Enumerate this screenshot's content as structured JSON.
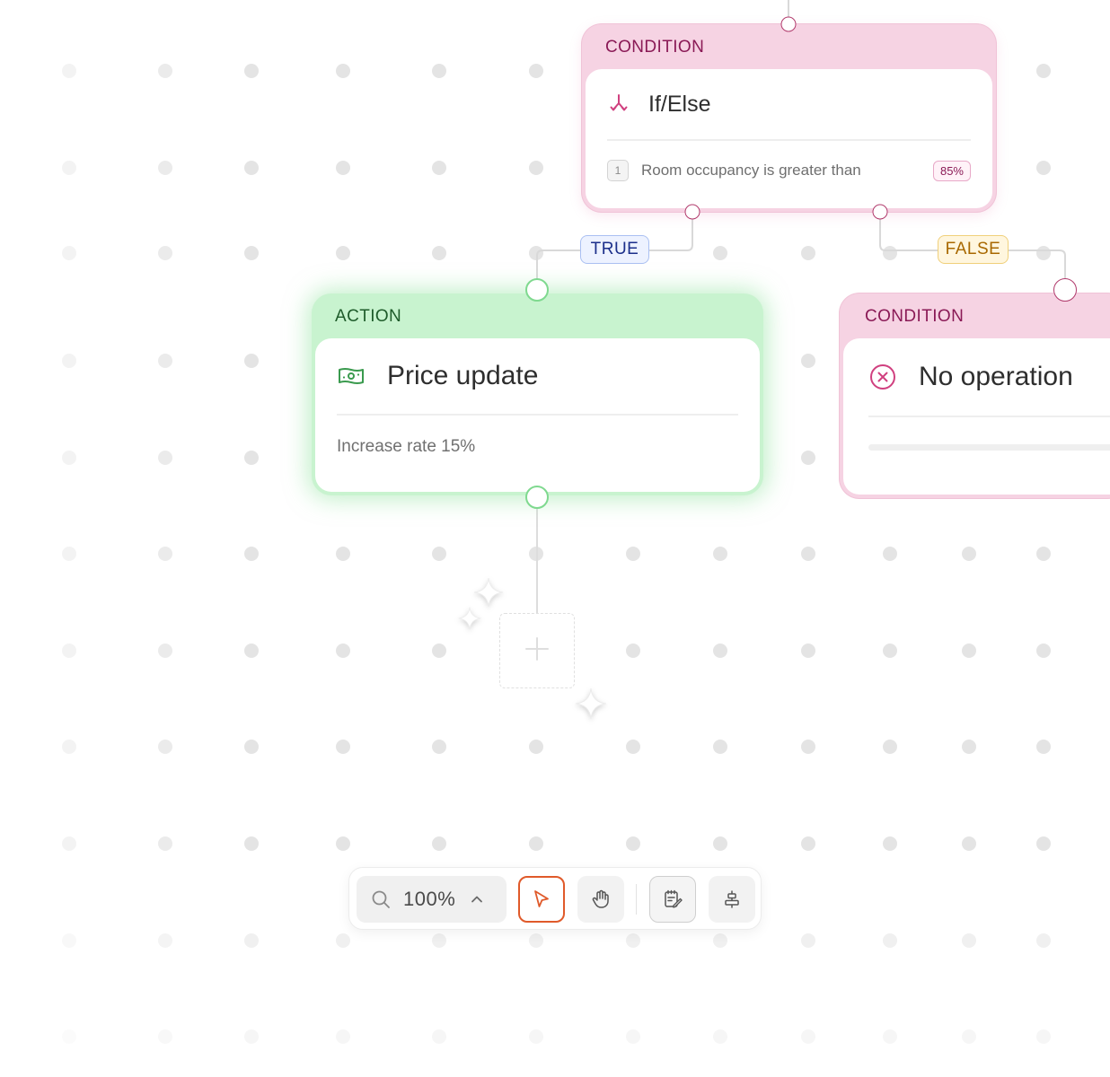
{
  "nodes": {
    "if_else": {
      "header": "CONDITION",
      "title": "If/Else",
      "icon": "branch-icon",
      "rule_number": "1",
      "rule_text": "Room occupancy is greater than",
      "rule_value": "85%"
    },
    "price_update": {
      "header": "ACTION",
      "title": "Price update",
      "icon": "money-icon",
      "description": "Increase rate 15%"
    },
    "no_operation": {
      "header": "CONDITION",
      "title": "No operation",
      "icon": "x-circle-icon"
    }
  },
  "branches": {
    "true_label": "TRUE",
    "false_label": "FALSE"
  },
  "add_node": {
    "icon": "plus-icon"
  },
  "toolbar": {
    "zoom_value": "100%",
    "tools": [
      "search-icon",
      "chevron-up-icon",
      "pointer-icon",
      "hand-icon",
      "notes-icon",
      "align-icon"
    ],
    "active_tool": "pointer"
  },
  "colors": {
    "condition": "#f6d3e3",
    "action": "#c8f3cf",
    "true_badge": "#edf2ff",
    "false_badge": "#fff6de",
    "active_tool": "#e05a2a"
  }
}
